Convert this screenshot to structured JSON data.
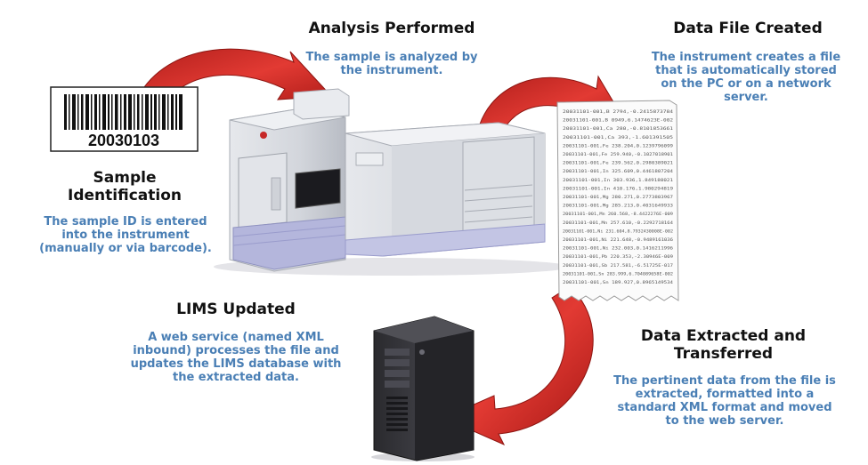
{
  "barcode": {
    "number": "20030103"
  },
  "steps": {
    "sample_identification": {
      "title_line1": "Sample",
      "title_line2": "Identification",
      "desc_lines": [
        "The sample ID is entered",
        "into the instrument",
        "(manually or via barcode)."
      ]
    },
    "analysis_performed": {
      "title": "Analysis Performed",
      "desc_lines": [
        "The sample is analyzed by",
        "the instrument."
      ]
    },
    "data_file_created": {
      "title": "Data File Created",
      "desc_lines": [
        "The instrument creates a file",
        "that is automatically stored",
        "on the PC or on a network",
        "server."
      ]
    },
    "data_extracted": {
      "title_line1": "Data Extracted and",
      "title_line2": "Transferred",
      "desc_lines": [
        "The pertinent data from the file is",
        "extracted, formatted into a",
        "standard XML format and moved",
        "to the web server."
      ]
    },
    "lims_updated": {
      "title": "LIMS Updated",
      "desc_lines": [
        "A web service (named XML",
        "inbound) processes the file and",
        "updates the LIMS database with",
        "the extracted data."
      ]
    }
  },
  "data_file_lines": [
    "20031101-001,B 2794,-0.2415873784",
    "20031101-001,B 0949,6.1474623E-002",
    "20031101-001,Ca 280,-0.8101853661",
    "20031101-001,Ca 393,-1.601391505",
    "20031101-001,Fe 238.204,0.1239796099",
    "20031101-001,Fe 259.940,-0.1027018901",
    "20031101-001,Fe 239.562,0.2980389021",
    "20031101-001,In 325.609,0.4461807204",
    "20031101-001,In 303.936,1.849180021",
    "20031101-001,In 410.176,1.980294819",
    "20031101-001,Mg 280.271,0.2773803967",
    "20031101-001,Mg 285.213,0.4031649933",
    "20031101-001,Mn 260.568,-8.4422276E-009",
    "20031101-001,Mn 257.610,-0.2292718164",
    "20031101-001,Ni 231.604,8.7932430008E-002",
    "20031101-001,Ni 221.648,-0.9489161036",
    "20031101-001,Ni 232.003,0.1416211996",
    "20031101-001,Pb 220.353,-2.30946E-009",
    "20031101-001,Sb 217.581,-6.51725E-017",
    "20031101-001,Sn 283.999,6.704089658E-002",
    "20031101-001,Sn 189.927,0.8965149534"
  ],
  "colors": {
    "title": "#111111",
    "description": "#4a7fb5",
    "arrow_red": "#d8322b",
    "instrument_body": "#d9dbe0",
    "instrument_lavender": "#b4b6dc"
  },
  "icons": {
    "barcode": "barcode-label-icon",
    "instrument": "icp-spectrometer-icon",
    "paper": "data-printout-icon",
    "server": "server-tower-icon"
  }
}
